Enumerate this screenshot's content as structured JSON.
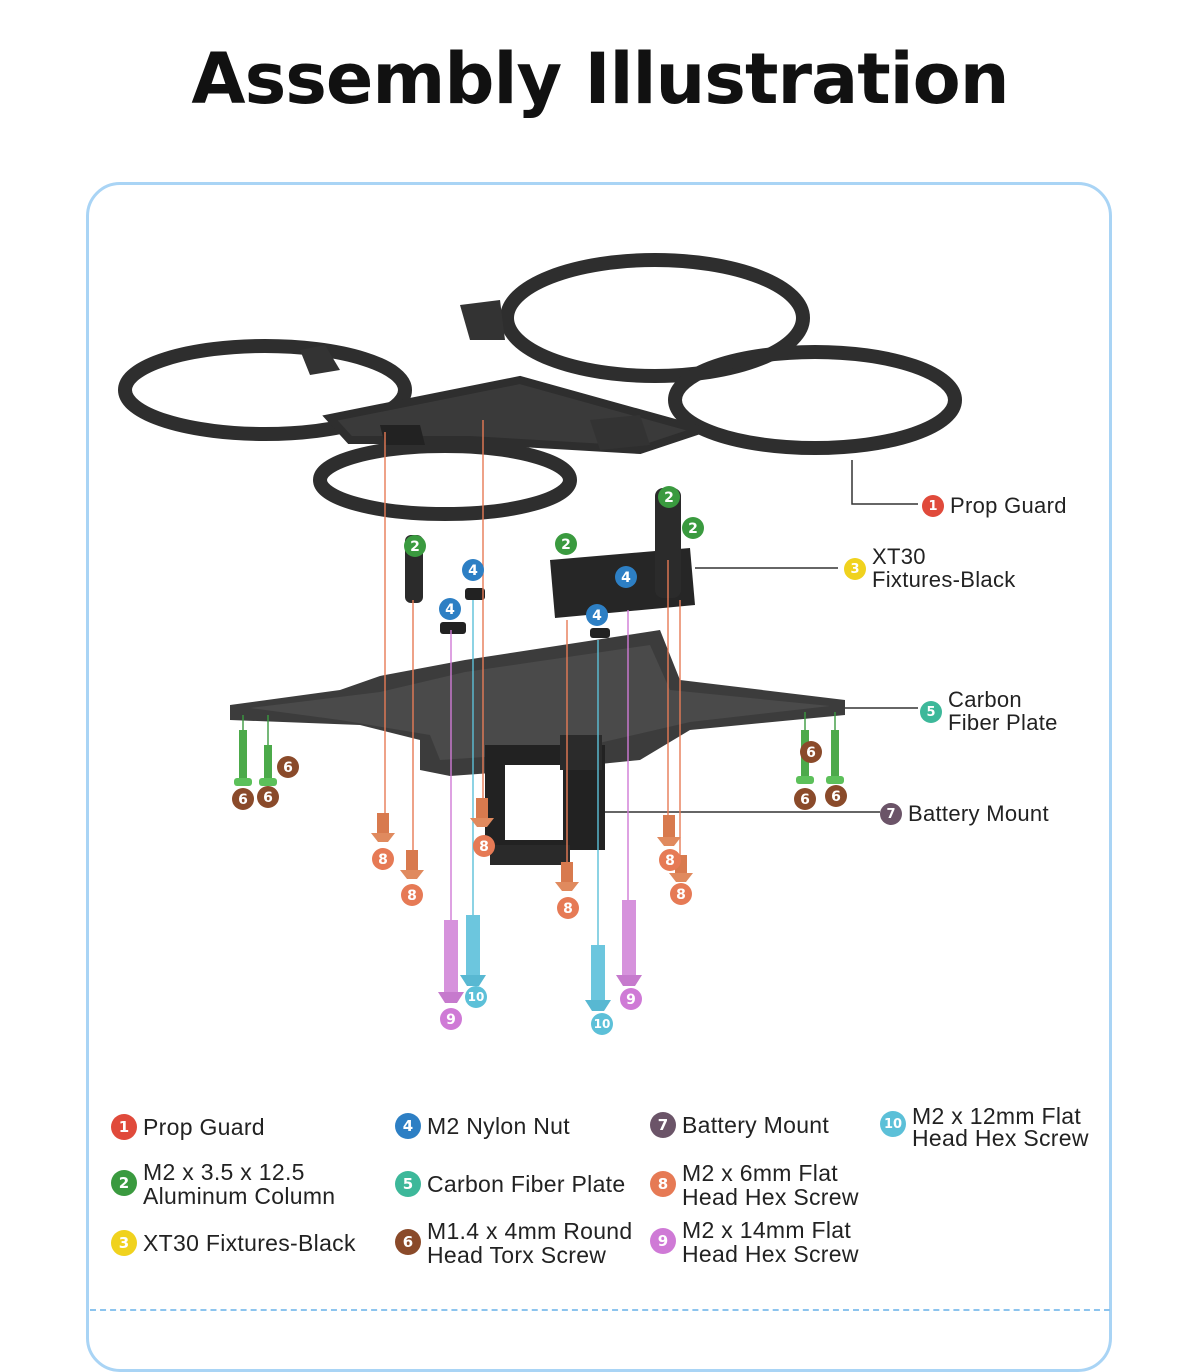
{
  "title": "Assembly Illustration",
  "colors": {
    "prop_guard": "#e04a3b",
    "aluminum_column": "#3a9a3f",
    "xt30": "#f0d21e",
    "nylon_nut": "#2d7fc4",
    "carbon_plate": "#3db89a",
    "torx_screw": "#8a4a2a",
    "battery_mount": "#6b5468",
    "flat_6mm": "#e67a55",
    "flat_14mm": "#cf7ad6",
    "flat_12mm": "#5cc0d8",
    "panel_border": "#a9d4f5"
  },
  "callouts": [
    {
      "num": "1",
      "text": "Prop Guard"
    },
    {
      "num": "3",
      "text": "XT30\nFixtures-Black"
    },
    {
      "num": "5",
      "text": "Carbon\nFiber Plate"
    },
    {
      "num": "7",
      "text": "Battery Mount"
    }
  ],
  "legend": [
    {
      "num": "1",
      "text": "Prop Guard"
    },
    {
      "num": "2",
      "text": "M2 x 3.5 x 12.5\nAluminum Column"
    },
    {
      "num": "3",
      "text": "XT30 Fixtures-Black"
    },
    {
      "num": "4",
      "text": "M2 Nylon Nut"
    },
    {
      "num": "5",
      "text": "Carbon Fiber Plate"
    },
    {
      "num": "6",
      "text": "M1.4 x 4mm Round\nHead Torx Screw"
    },
    {
      "num": "7",
      "text": "Battery Mount"
    },
    {
      "num": "8",
      "text": "M2 x 6mm Flat\nHead Hex Screw"
    },
    {
      "num": "9",
      "text": "M2 x 14mm Flat\nHead Hex Screw"
    },
    {
      "num": "10",
      "text": "M2 x 12mm Flat\nHead Hex Screw"
    }
  ],
  "diagram_badges": {
    "b2": "2",
    "b4": "4",
    "b6": "6",
    "b8": "8",
    "b9": "9",
    "b10": "10"
  }
}
